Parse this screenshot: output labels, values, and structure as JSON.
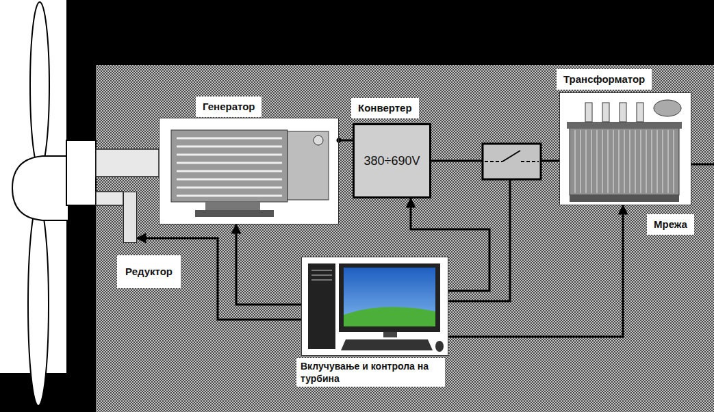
{
  "diagram": {
    "nodes": [
      {
        "text": [
          "Генератор"
        ]
      },
      {
        "text": [
          "Конвертер",
          "380÷690V"
        ]
      },
      {
        "text": [
          "Трансформатор"
        ]
      },
      {
        "text": [
          "Редуктор"
        ]
      },
      {
        "text": [
          "Вклучување и контрола на турбина"
        ]
      }
    ],
    "edges": [
      {
        "from": 0,
        "to": 1,
        "arrow": "none"
      },
      {
        "from": 1,
        "to": 2,
        "arrow": "none"
      },
      {
        "from": 4,
        "to": 3,
        "arrow": "to"
      },
      {
        "from": 4,
        "to": 0,
        "arrow": "to"
      },
      {
        "from": 4,
        "to": 1,
        "arrow": "to"
      },
      {
        "from": 4,
        "to": 2,
        "arrow": "to"
      }
    ],
    "labels": [
      "Мрежа"
    ]
  }
}
